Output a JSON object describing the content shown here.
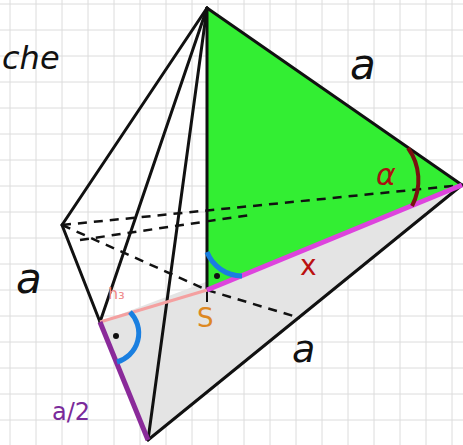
{
  "diagram": {
    "labels": [
      "che",
      "a",
      "α",
      "a",
      "h₃",
      "x",
      "S",
      "a",
      "a/2"
    ]
  }
}
